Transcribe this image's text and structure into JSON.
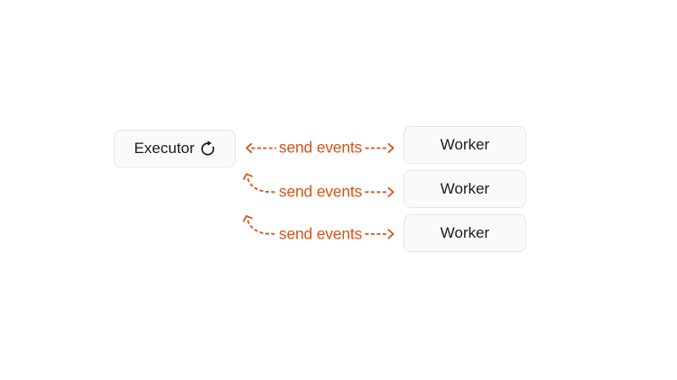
{
  "colors": {
    "background": "#ffffff",
    "accent": "#d4551b",
    "node_bg": "#fafafa",
    "node_border": "#e6e6e6",
    "node_text": "#1c1c1e"
  },
  "diagram": {
    "executor": {
      "label": "Executor",
      "icon": "clockwise-refresh-arrow"
    },
    "workers": [
      {
        "label": "Worker"
      },
      {
        "label": "Worker"
      },
      {
        "label": "Worker"
      }
    ],
    "connections": [
      {
        "label": "send events",
        "from": "executor",
        "to": "worker-1",
        "style": "dashed-bidirectional-straight"
      },
      {
        "label": "send events",
        "from": "executor",
        "to": "worker-2",
        "style": "dashed-bidirectional-curved-left-end"
      },
      {
        "label": "send events",
        "from": "executor",
        "to": "worker-3",
        "style": "dashed-bidirectional-curved-left-end"
      }
    ]
  }
}
